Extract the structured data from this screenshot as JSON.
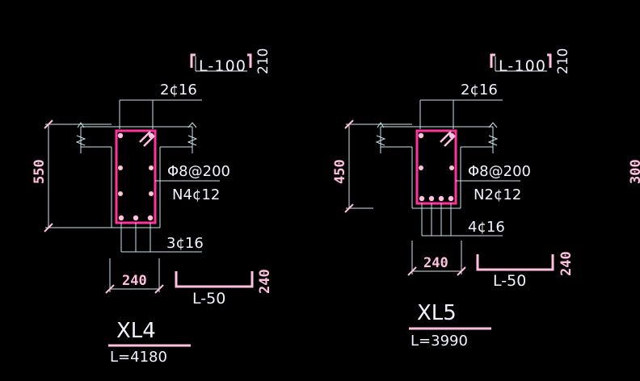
{
  "colors": {
    "background": "#000000",
    "section_outline": "#ff3399",
    "rebar": "#ffc0e0",
    "leader_lines": "#c8e6f0",
    "dimension_lines": "#cfe8f0",
    "text": "#f0f4ff",
    "rebar_shape": "#ffc0e0"
  },
  "sections": [
    {
      "name": "XL4",
      "length_label": "L=4180",
      "height_dim": "550",
      "width_dim": "240",
      "top_bar": "2¢16",
      "stirrup": "Φ8@200",
      "side_bar": "N4¢12",
      "bottom_bar": "3¢16",
      "top_hook_label": "L-100",
      "top_hook_dim": "210",
      "bottom_hook_label": "L-50",
      "bottom_hook_dim": "240"
    },
    {
      "name": "XL5",
      "length_label": "L=3990",
      "height_dim": "450",
      "width_dim": "240",
      "top_bar": "2¢16",
      "stirrup": "Φ8@200",
      "side_bar": "N2¢12",
      "bottom_bar": "4¢16",
      "top_hook_label": "L-100",
      "top_hook_dim": "210",
      "bottom_hook_label": "L-50",
      "bottom_hook_dim": "240"
    }
  ],
  "partial_dim": "300"
}
